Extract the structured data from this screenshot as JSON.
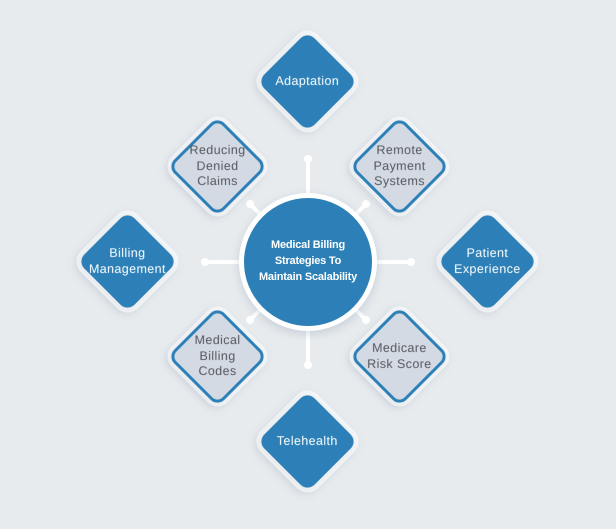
{
  "diagram": {
    "title": "Medical Billing Strategies To Maintain Scalability",
    "center": {
      "lines": [
        "Medical Billing",
        "Strategies To",
        "Maintain Scalability"
      ]
    },
    "nodes": [
      {
        "label": "Adaptation",
        "variant": "solid-blue",
        "position": "top"
      },
      {
        "label": "Remote Payment Systems",
        "variant": "light-outlined",
        "position": "top-right"
      },
      {
        "label": "Patient Experience",
        "variant": "solid-blue",
        "position": "right"
      },
      {
        "label": "Medicare Risk Score",
        "variant": "light-outlined",
        "position": "bottom-right"
      },
      {
        "label": "Telehealth",
        "variant": "solid-blue",
        "position": "bottom"
      },
      {
        "label": "Medical Billing Codes",
        "variant": "light-outlined",
        "position": "bottom-left"
      },
      {
        "label": "Billing Management",
        "variant": "solid-blue",
        "position": "left"
      },
      {
        "label": "Reducing Denied Claims",
        "variant": "light-outlined",
        "position": "top-left"
      }
    ],
    "colors": {
      "background": "#e7ebee",
      "accent_blue": "#2d80b7",
      "light_node_fill": "#d3dae3",
      "node_text_dark": "#54565b",
      "node_text_light": "#ffffff",
      "connector": "#ffffff"
    }
  }
}
